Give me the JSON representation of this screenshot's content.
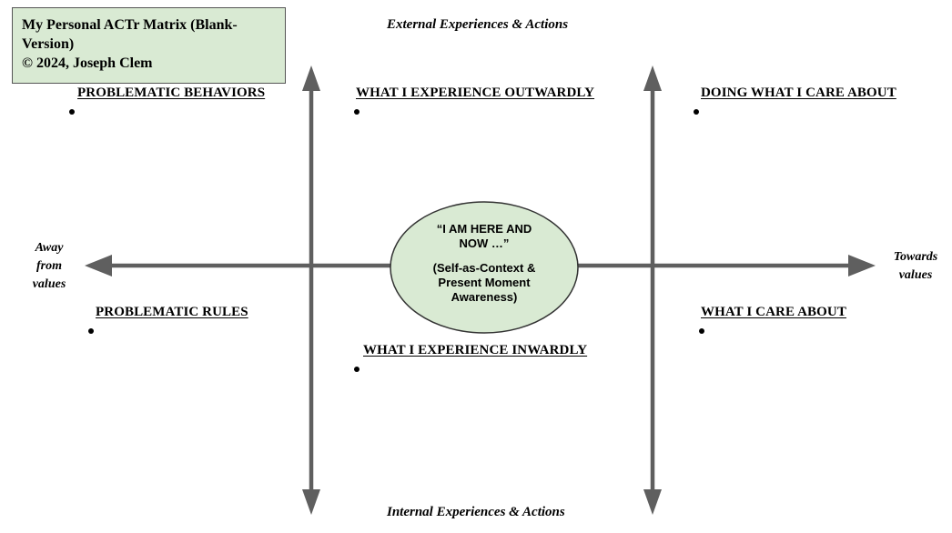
{
  "title_box": {
    "line1": "My Personal ACTr Matrix (Blank-",
    "line2": "Version)",
    "line3": "© 2024, Joseph Clem",
    "fill_color": "#d9ead3"
  },
  "axes": {
    "top": "External Experiences & Actions",
    "bottom": "Internal Experiences & Actions",
    "left": {
      "line1": "Away",
      "line2": "from",
      "line3": "values"
    },
    "right": {
      "line1": "Towards",
      "line2": "values"
    },
    "arrow_color": "#5f5f5f"
  },
  "quadrants": {
    "problematic_behaviors": "PROBLEMATIC BEHAVIORS",
    "experience_outwardly": "WHAT I EXPERIENCE OUTWARDLY",
    "doing_what_i_care_about": "DOING WHAT I CARE ABOUT",
    "problematic_rules": "PROBLEMATIC RULES",
    "experience_inwardly": "WHAT I EXPERIENCE INWARDLY",
    "what_i_care_about": "WHAT I CARE ABOUT"
  },
  "center": {
    "line1": "“I AM HERE AND",
    "line2": "NOW …”",
    "line3": "(Self-as-Context &",
    "line4": "Present Moment",
    "line5": "Awareness)",
    "fill_color": "#d9ead3"
  }
}
